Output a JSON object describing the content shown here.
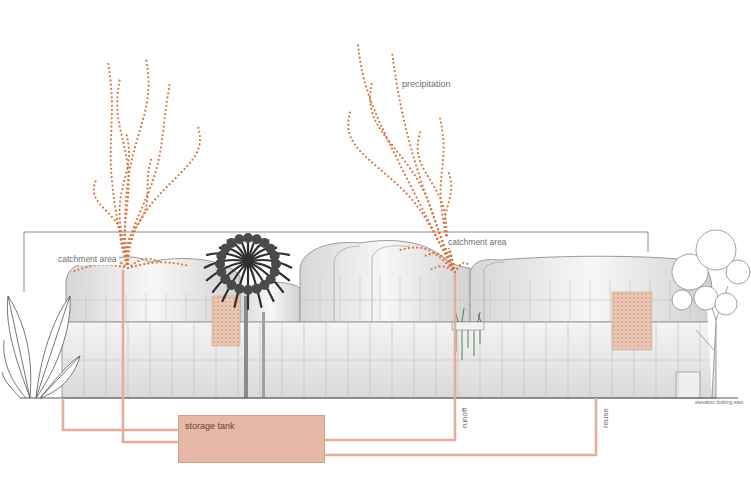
{
  "diagram": {
    "nodes": [
      {
        "text": [
          "storage tank"
        ]
      }
    ],
    "labels": [
      "precipitation",
      "catchment area",
      "catchment area",
      "runoff",
      "reuse",
      "elevation looking east"
    ]
  }
}
